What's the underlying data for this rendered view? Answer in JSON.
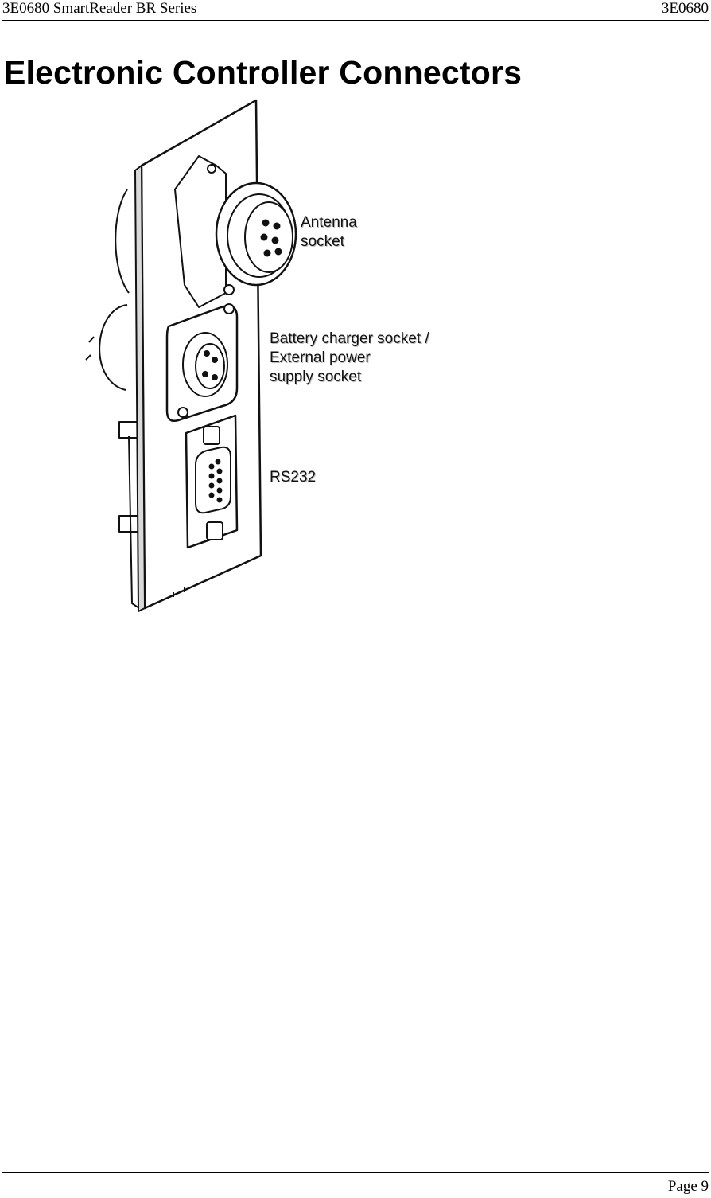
{
  "header": {
    "left": "3E0680 SmartReader BR Series",
    "right": "3E0680"
  },
  "title": "Electronic Controller Connectors",
  "figure": {
    "labels": {
      "antenna": [
        "Antenna",
        "socket"
      ],
      "battery": [
        "Battery charger socket /",
        "External power",
        "supply socket"
      ],
      "rs232": [
        "RS232"
      ]
    }
  },
  "footer": {
    "page": "Page 9"
  }
}
